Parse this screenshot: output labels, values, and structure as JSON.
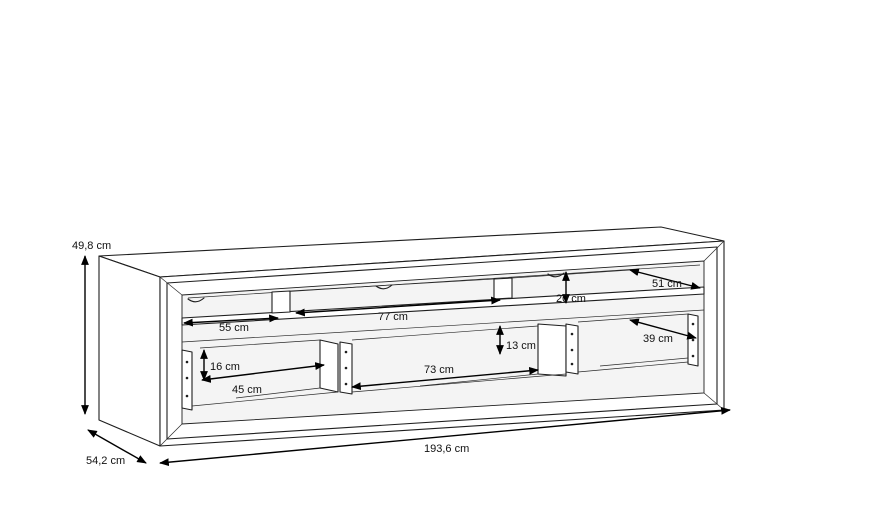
{
  "dimensions": {
    "height": "49,8 cm",
    "depth": "54,2 cm",
    "width": "193,6 cm",
    "compartment_left_width": "55 cm",
    "compartment_center_width": "77 cm",
    "compartment_right_width": "51 cm",
    "shelf_height": "20 cm",
    "drawer_center_height": "13 cm",
    "drawer_left_height": "16 cm",
    "drawer_left_width": "45 cm",
    "drawer_center_width": "73 cm",
    "drawer_right_width": "39 cm"
  },
  "colors": {
    "line": "#1e1e1e",
    "arrow": "#000000",
    "background": "#ffffff"
  }
}
